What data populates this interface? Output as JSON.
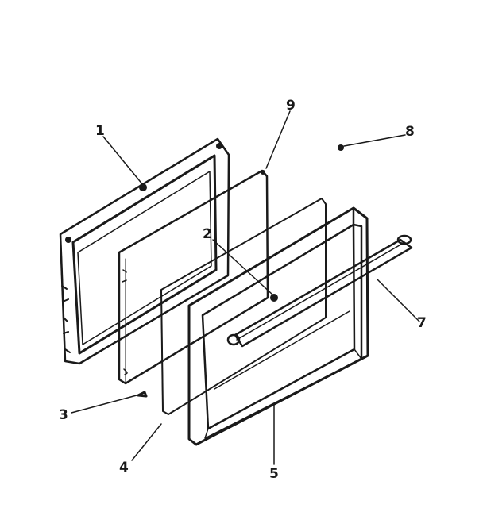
{
  "callouts": [
    {
      "id": "1",
      "label": "1"
    },
    {
      "id": "2",
      "label": "2"
    },
    {
      "id": "3",
      "label": "3"
    },
    {
      "id": "4",
      "label": "4"
    },
    {
      "id": "5",
      "label": "5"
    },
    {
      "id": "7",
      "label": "7"
    },
    {
      "id": "8",
      "label": "8"
    },
    {
      "id": "9",
      "label": "9"
    }
  ],
  "colors": {
    "ink": "#1a1a1a",
    "paper": "#ffffff"
  }
}
